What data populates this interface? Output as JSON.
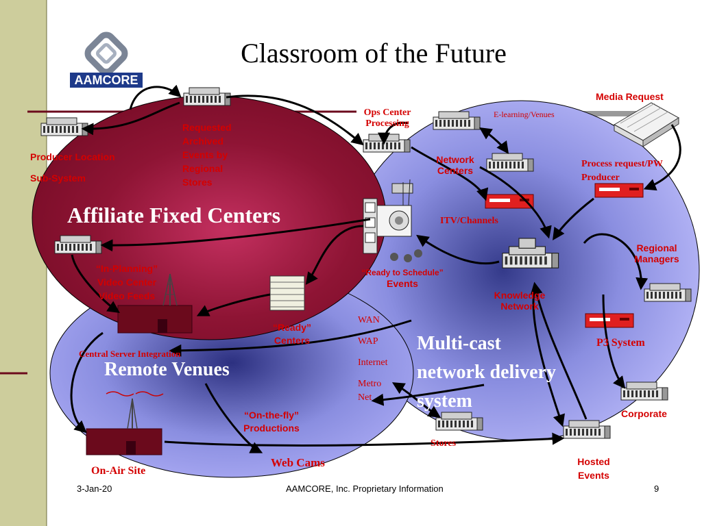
{
  "slide": {
    "title": "Classroom of the Future",
    "logo_text": "AAMCORE",
    "footer": {
      "date": "3-Jan-20",
      "center": "AAMCORE, Inc. Proprietary Information",
      "page": "9"
    }
  },
  "regions": {
    "affiliate": "Affiliate Fixed Centers",
    "remote": "Remote Venues",
    "multicast_line1": "Multi-cast",
    "multicast_line2": "network delivery",
    "multicast_line3": "system"
  },
  "labels": {
    "media_request": "Media Request",
    "ops_center_1": "Ops Center",
    "ops_center_2": "Processing",
    "elearning": "E-learning/Venues",
    "requested_1": "Requested",
    "requested_2": "Archived",
    "requested_3": "Events by",
    "requested_4": "Regional",
    "requested_5": "Stores",
    "producer_1": "Producer Location",
    "producer_2": "Sub-System",
    "network_centers_1": "Network",
    "network_centers_2": "Centers",
    "process_request_1": "Process request/PW",
    "process_request_2": "Producer",
    "itv": "ITV/Channels",
    "regional_1": "Regional",
    "regional_2": "Managers",
    "in_planning_1": "“In-Planning”",
    "in_planning_2": "Video Center",
    "in_planning_3": "Video Feeds",
    "ready_schedule_1": "“Ready to Schedule”",
    "ready_schedule_2": "Events",
    "knowledge_1": "Knowledge",
    "knowledge_2": "Network",
    "ready_centers_1": "“Ready”",
    "ready_centers_2": "Centers",
    "wan": "WAN",
    "wap": "WAP",
    "internet": "Internet",
    "metro_1": "Metro",
    "metro_2": "Net",
    "p3": "P3 System",
    "central_server": "Central Server Integration",
    "corporate": "Corporate",
    "on_the_fly_1": "“On-the-fly”",
    "on_the_fly_2": "Productions",
    "stores": "Stores",
    "web_cams": "Web Cams",
    "hosted_1": "Hosted",
    "hosted_2": "Events",
    "on_air": "On-Air Site"
  },
  "colors": {
    "left_band": "#cdcd9c",
    "affiliate_fill": "#8b1030",
    "multicast_fill": "#b3b3f5",
    "remote_fill": "#9a9ae8",
    "label_red": "#d40000",
    "station_fill": "#6b0a1c"
  }
}
